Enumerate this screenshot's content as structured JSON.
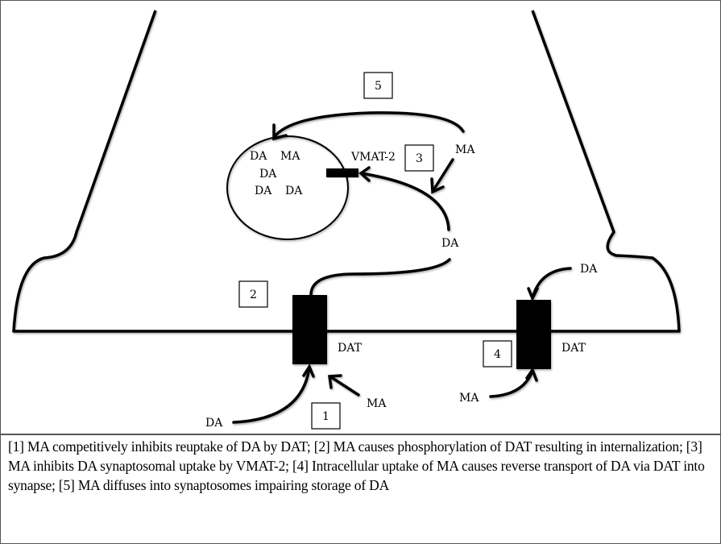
{
  "diagram": {
    "vesicle_contents": [
      "DA",
      "MA",
      "DA",
      "DA",
      "DA"
    ],
    "labels": {
      "vmat2": "VMAT-2",
      "ma_top": "MA",
      "da_mid": "DA",
      "dat_left": "DAT",
      "dat_right": "DAT",
      "da_bottom_left": "DA",
      "ma_bottom": "MA",
      "da_right": "DA",
      "ma_bottom_right": "MA"
    },
    "steps": [
      "1",
      "2",
      "3",
      "4",
      "5"
    ]
  },
  "caption": "[1] MA competitively inhibits reuptake of DA by DAT; [2] MA causes phosphorylation of DAT resulting in internalization; [3] MA inhibits DA synaptosomal uptake by VMAT-2; [4] Intracellular uptake of MA causes reverse transport of DA via DAT into synapse; [5] MA diffuses into synaptosomes impairing storage of DA"
}
